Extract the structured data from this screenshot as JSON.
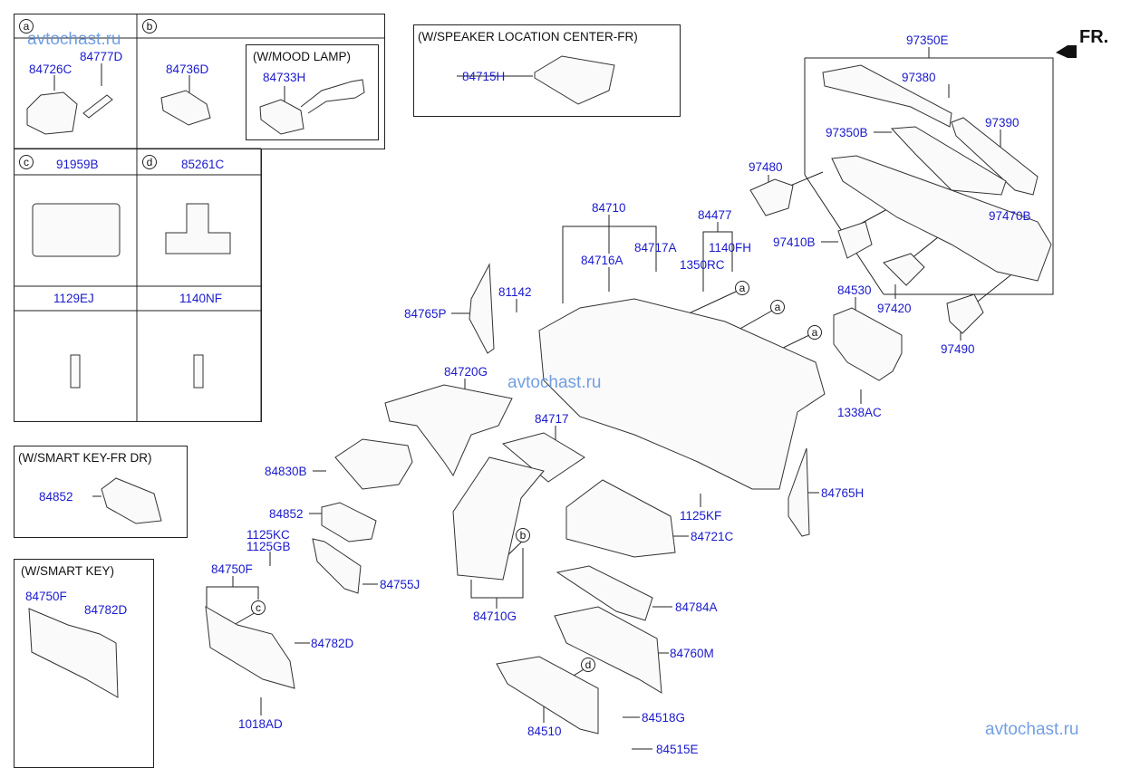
{
  "watermarks": [
    "avtochast.ru",
    "avtochast.ru",
    "avtochast.ru"
  ],
  "direction": {
    "label": "FR."
  },
  "inset_table": {
    "cells": [
      {
        "marker": "a",
        "parts": [
          "84726C",
          "84777D"
        ]
      },
      {
        "marker": "b",
        "parts": [
          "84736D"
        ],
        "sub_box": {
          "title": "(W/MOOD LAMP)",
          "parts": [
            "84733H"
          ]
        }
      },
      {
        "marker": "c",
        "parts": [
          "91959B"
        ]
      },
      {
        "marker": "d",
        "parts": [
          "85261C"
        ]
      },
      {
        "marker": "",
        "parts": [
          "1129EJ"
        ]
      },
      {
        "marker": "",
        "parts": [
          "1140NF"
        ]
      }
    ]
  },
  "option_boxes": {
    "speaker": {
      "title": "(W/SPEAKER LOCATION CENTER-FR)",
      "part": "84715H"
    },
    "smart_key_fr_dr": {
      "title": "(W/SMART KEY-FR DR)",
      "part": "84852"
    },
    "smart_key": {
      "title": "(W/SMART KEY)",
      "parts": [
        "84750F",
        "84782D"
      ]
    }
  },
  "callout_markers": {
    "a": "a",
    "b": "b",
    "c": "c",
    "d": "d"
  },
  "parts": {
    "p97350E": "97350E",
    "p97380": "97380",
    "p97390": "97390",
    "p97350B": "97350B",
    "p97480": "97480",
    "p97470B": "97470B",
    "p97410B": "97410B",
    "p97420": "97420",
    "p97490": "97490",
    "p84530": "84530",
    "p1338AC": "1338AC",
    "p84710": "84710",
    "p84716A": "84716A",
    "p84717A": "84717A",
    "p84477": "84477",
    "p1140FH": "1140FH",
    "p1350RC": "1350RC",
    "p81142": "81142",
    "p84765P": "84765P",
    "p84720G": "84720G",
    "p84717": "84717",
    "p84830B": "84830B",
    "p84852": "84852",
    "p1125KC": "1125KC",
    "p1125GB": "1125GB",
    "p84750F": "84750F",
    "p84755J": "84755J",
    "p84782D": "84782D",
    "p1018AD": "1018AD",
    "p84710G": "84710G",
    "p84721C": "84721C",
    "p1125KF": "1125KF",
    "p84765H": "84765H",
    "p84784A": "84784A",
    "p84760M": "84760M",
    "p84510": "84510",
    "p84518G": "84518G",
    "p84515E": "84515E"
  }
}
